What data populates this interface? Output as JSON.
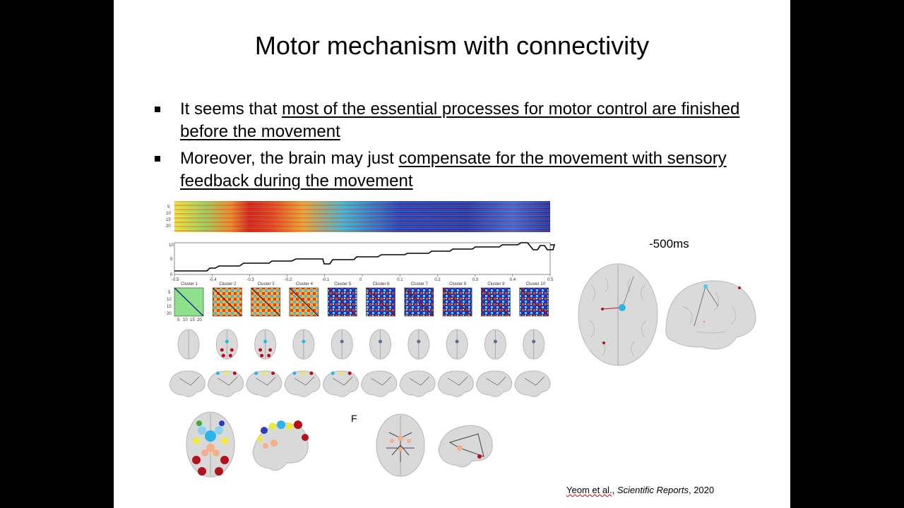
{
  "slide": {
    "title": "Motor mechanism with connectivity",
    "bullets": [
      {
        "plain": "It seems that ",
        "underlined": "most of the essential processes for motor control are finished before the movement"
      },
      {
        "plain": "Moreover, the brain may just ",
        "underlined": "compensate for the movement with sensory feedback during the movement"
      }
    ],
    "time_label": "-500ms",
    "panel_letter": "F",
    "citation": {
      "authors": "Yeom et al.,",
      "journal": "Scientific Reports",
      "year": ", 2020"
    }
  },
  "figure": {
    "heatmap_yticks": [
      "5",
      "10",
      "15",
      "20"
    ],
    "line_yticks": [
      "10",
      "5",
      "0"
    ],
    "xticks": [
      "-0.5",
      "-0.4",
      "-0.3",
      "-0.2",
      "-0.1",
      "0",
      "0.1",
      "0.2",
      "0.3",
      "0.4",
      "0.5"
    ],
    "clusters": [
      "Cluster 1",
      "Cluster 2",
      "Cluster 3",
      "Cluster 4",
      "Cluster 5",
      "Cluster 6",
      "Cluster 7",
      "Cluster 8",
      "Cluster 9",
      "Cluster 10"
    ],
    "matrix_xticks": [
      "5",
      "10",
      "15",
      "20"
    ],
    "matrix_yticks": [
      "5",
      "10",
      "15",
      "20"
    ]
  },
  "colors": {
    "background": "#000000",
    "slide": "#ffffff",
    "text": "#000000",
    "brain": "#d9d9d9",
    "node_blue": "#2ab5e8",
    "node_red": "#b3121d"
  }
}
